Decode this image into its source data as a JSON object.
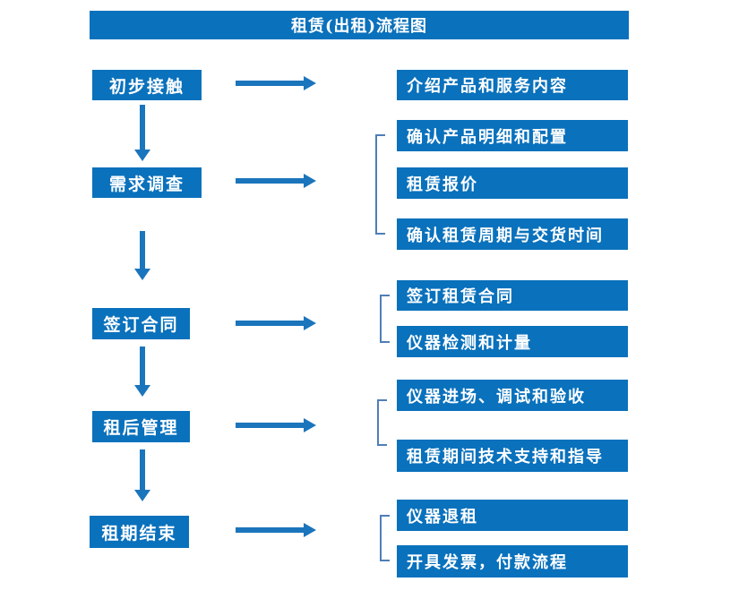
{
  "title": "租赁(出租)流程图",
  "colors": {
    "box_fill": "#0a71bc",
    "arrow": "#1b75bc",
    "bracket": "#4f7eb8",
    "text": "#ffffff",
    "background": "#ffffff"
  },
  "flow": {
    "steps": [
      {
        "label": "初步接触",
        "outputs": [
          "介绍产品和服务内容"
        ]
      },
      {
        "label": "需求调查",
        "outputs": [
          "确认产品明细和配置",
          "租赁报价",
          "确认租赁周期与交货时间"
        ]
      },
      {
        "label": "签订合同",
        "outputs": [
          "签订租赁合同",
          "仪器检测和计量"
        ]
      },
      {
        "label": "租后管理",
        "outputs": [
          "仪器进场、调试和验收",
          "租赁期间技术支持和指导"
        ]
      },
      {
        "label": "租期结束",
        "outputs": [
          "仪器退租",
          "开具发票，付款流程"
        ]
      }
    ]
  }
}
